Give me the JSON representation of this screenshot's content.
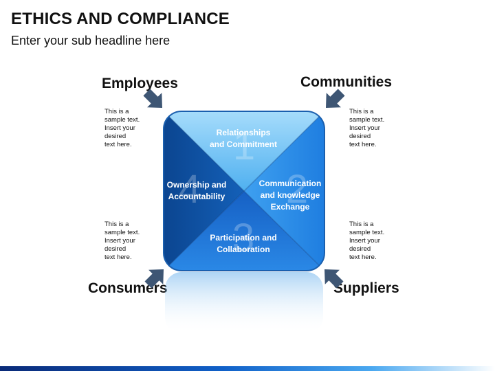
{
  "title": "ETHICS AND COMPLIANCE",
  "subtitle": "Enter your sub headline here",
  "corners": {
    "employees": "Employees",
    "communities": "Communities",
    "consumers": "Consumers",
    "suppliers": "Suppliers"
  },
  "side_texts": {
    "top_left": "This is a\nsample text.\nInsert your\ndesired\ntext here.",
    "top_right": "This is a\nsample text.\nInsert your\ndesired\ntext here.",
    "bottom_left": "This is a\nsample text.\nInsert your\ndesired\ntext here.",
    "bottom_right": "This is a\nsample text.\nInsert your\ndesired\ntext here."
  },
  "quadrants": {
    "top": {
      "number": "1",
      "line1": "Relationships",
      "line2": "and Commitment"
    },
    "right": {
      "number": "2",
      "line1": "Communication",
      "line2": "and knowledge",
      "line3": "Exchange"
    },
    "bottom": {
      "number": "3",
      "line1": "Participation and",
      "line2": "Collaboration"
    },
    "left": {
      "number": "4",
      "line1": "Ownership and",
      "line2": "Accountability"
    }
  },
  "colors": {
    "top": "#6ec2f5",
    "right": "#2f8fe8",
    "bottom": "#1e6fd0",
    "left": "#0d4f9e",
    "arrow": "#3e5674"
  }
}
